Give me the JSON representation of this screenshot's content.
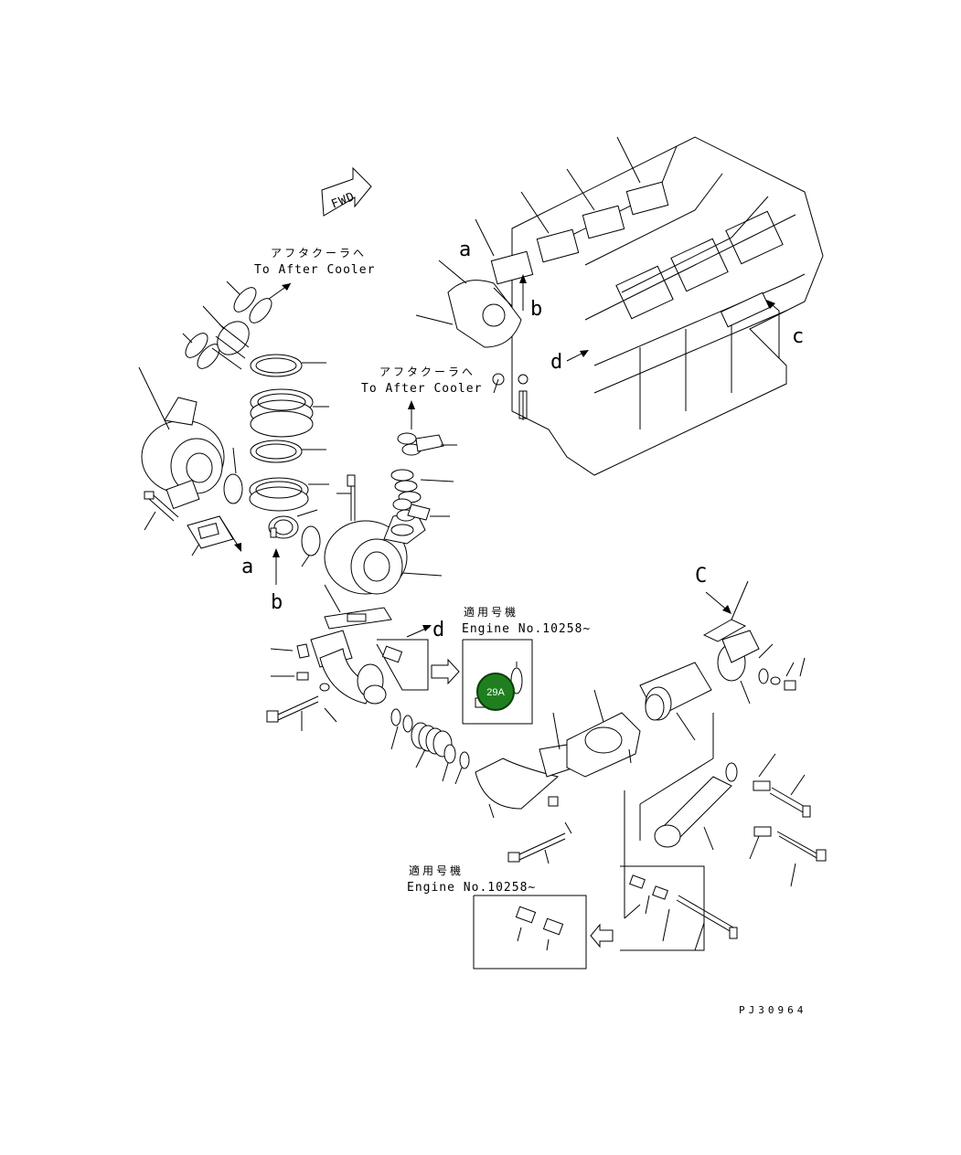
{
  "fwd_label": "FWD",
  "after_cooler_jp_1": "アフタクーラへ",
  "after_cooler_en_1": "To After Cooler",
  "after_cooler_jp_2": "アフタクーラへ",
  "after_cooler_en_2": "To After Cooler",
  "applicable_jp_1": "適用号機",
  "engine_no_1": "Engine No.10258~",
  "applicable_jp_2": "適用号機",
  "engine_no_2": "Engine No.10258~",
  "ref_letters": {
    "a_top": "a",
    "b_top": "b",
    "c_top": "c",
    "d_top": "d",
    "a_bottom": "a",
    "b_bottom": "b",
    "C_arrow": "C",
    "d_arrow": "d"
  },
  "hotspot": {
    "label": "29A",
    "color": "#1f7f1f"
  },
  "drawing_code": "PJ30964"
}
